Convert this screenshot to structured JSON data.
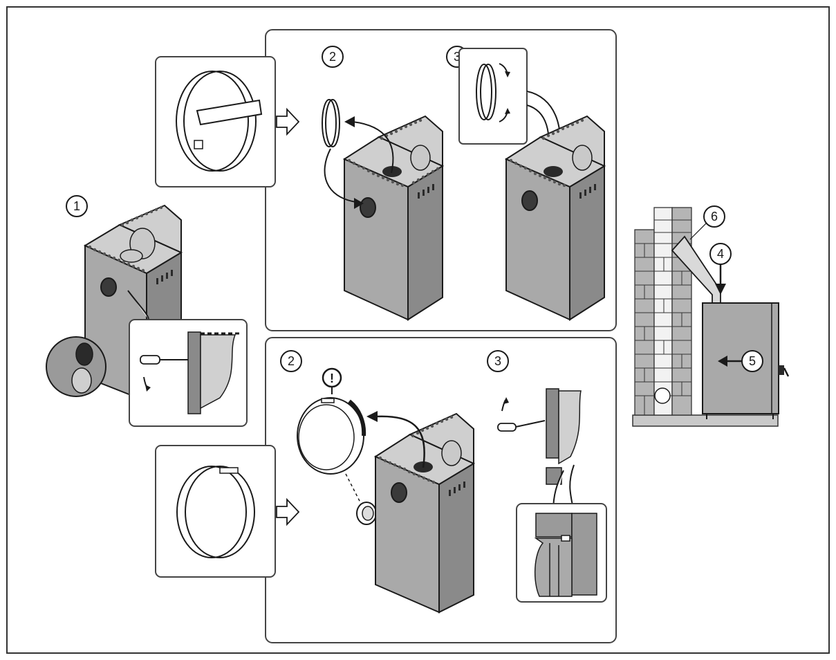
{
  "diagram": {
    "steps": {
      "s1": "1",
      "s2_top": "2",
      "s3_top": "3",
      "s2_bottom": "2",
      "s3_bottom": "3",
      "s4": "4",
      "s5": "5",
      "s6": "6"
    },
    "warning_symbol": "!",
    "icons": {
      "outer_frame": "frame",
      "warning": "exclamation-circle-icon",
      "screwdriver": "screwdriver-icon",
      "flow_arrow": "hollow-right-arrow-icon",
      "rotate_arrow": "curved-arrow-icon"
    },
    "colors": {
      "stove_body": "#a9a9a9",
      "outline": "#1a1a1a",
      "panel_border": "#444444",
      "brick": "#b5b5b5"
    }
  }
}
